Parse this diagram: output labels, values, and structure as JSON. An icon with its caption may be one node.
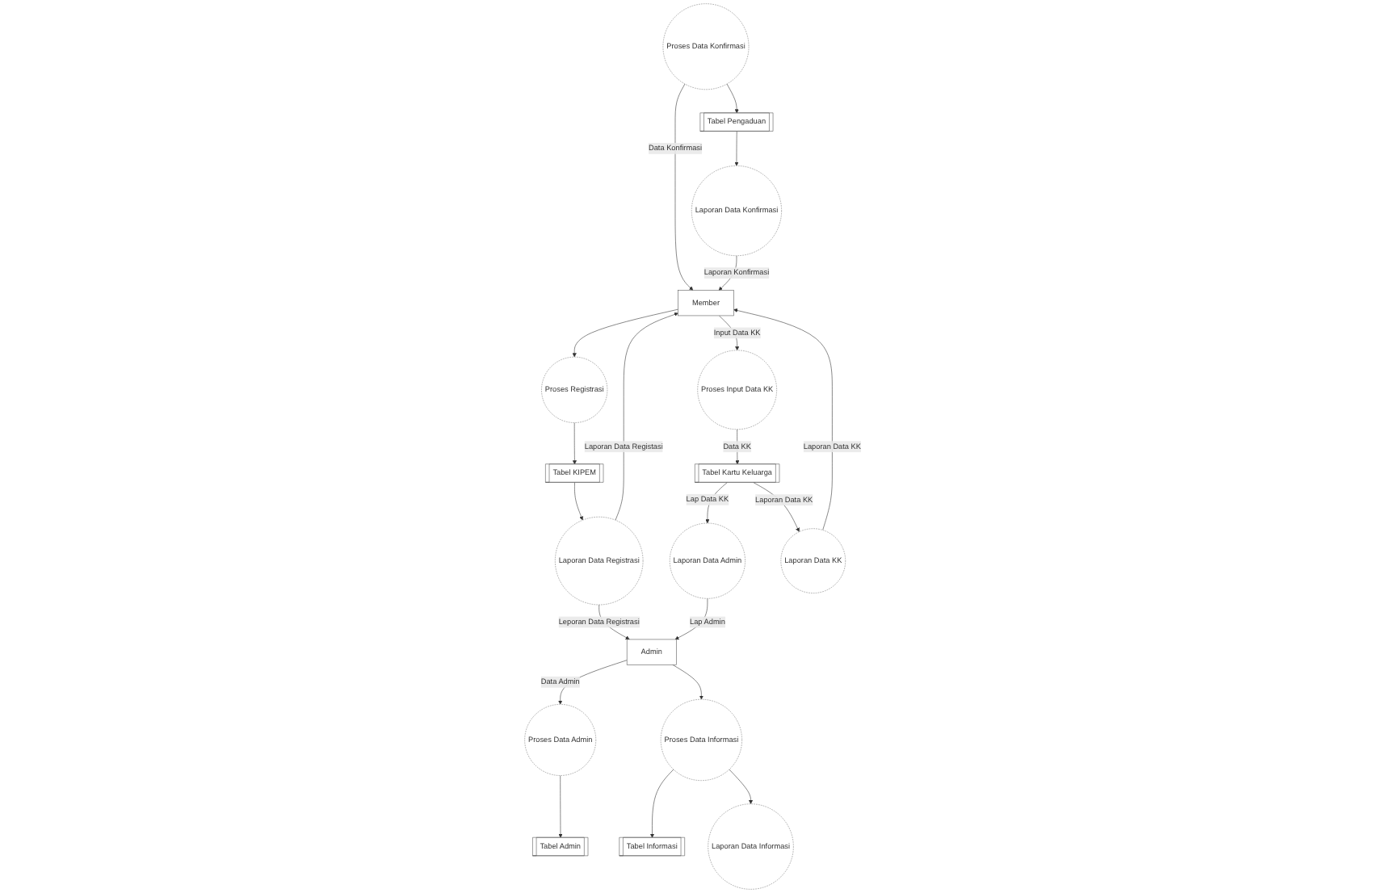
{
  "diagram": {
    "nodes": [
      {
        "text": [
          "Member"
        ]
      },
      {
        "text": [
          "Proses Registrasi"
        ]
      },
      {
        "text": [
          "Proses Input Data KK"
        ]
      },
      {
        "text": [
          "Proses Data Admin"
        ]
      },
      {
        "text": [
          "Admin"
        ]
      },
      {
        "text": [
          "Tabel Admin"
        ]
      },
      {
        "text": [
          "Proses Data Konfirmasi"
        ]
      },
      {
        "text": [
          "Tabel KIPEM"
        ]
      },
      {
        "text": [
          "Tabel Pengaduan"
        ]
      },
      {
        "text": [
          "Tabel Kartu Keluarga"
        ]
      },
      {
        "text": [
          "Laporan Data Registrasi"
        ]
      },
      {
        "text": [
          "Tabel Informasi"
        ]
      },
      {
        "text": [
          "Proses Data Informasi"
        ]
      },
      {
        "text": [
          "Laporan Data Informasi"
        ]
      },
      {
        "text": [
          "Laporan Data Konfirmasi"
        ]
      },
      {
        "text": [
          "Laporan Data Admin"
        ]
      },
      {
        "text": [
          "Laporan Data KK"
        ]
      }
    ],
    "edges": [
      {
        "from": 0,
        "to": 1,
        "arrow": "to"
      },
      {
        "from": 0,
        "to": 2,
        "arrow": "to",
        "label": "Input Data KK"
      },
      {
        "from": 4,
        "to": 3,
        "arrow": "to",
        "label": "Data Admin"
      },
      {
        "from": 1,
        "to": 7,
        "arrow": "to"
      },
      {
        "from": 3,
        "to": 5,
        "arrow": "to"
      },
      {
        "from": 6,
        "to": 0,
        "arrow": "to",
        "label": "Data Konfirmasi"
      },
      {
        "from": 6,
        "to": 8,
        "arrow": "to"
      },
      {
        "from": 2,
        "to": 9,
        "arrow": "to",
        "label": "Data KK"
      },
      {
        "from": 7,
        "to": 10,
        "arrow": "to"
      },
      {
        "from": 10,
        "to": 0,
        "arrow": "to",
        "label": "Laporan Data Registasi"
      },
      {
        "from": 10,
        "to": 4,
        "arrow": "to",
        "label": "Leporan Data Registrasi"
      },
      {
        "from": 4,
        "to": 12,
        "arrow": "to"
      },
      {
        "from": 12,
        "to": 11,
        "arrow": "to"
      },
      {
        "from": 12,
        "to": 13,
        "arrow": "to"
      },
      {
        "from": 8,
        "to": 14,
        "arrow": "to"
      },
      {
        "from": 14,
        "to": 0,
        "arrow": "to",
        "label": "Laporan Konfirmasi"
      },
      {
        "from": 9,
        "to": 16,
        "arrow": "to",
        "label": "Laporan Data KK"
      },
      {
        "from": 16,
        "to": 0,
        "arrow": "to",
        "label": "Laporan Data KK"
      },
      {
        "from": 9,
        "to": 15,
        "arrow": "to",
        "label": "Lap Data KK"
      },
      {
        "from": 15,
        "to": 4,
        "arrow": "to",
        "label": "Lap Admin"
      }
    ]
  }
}
